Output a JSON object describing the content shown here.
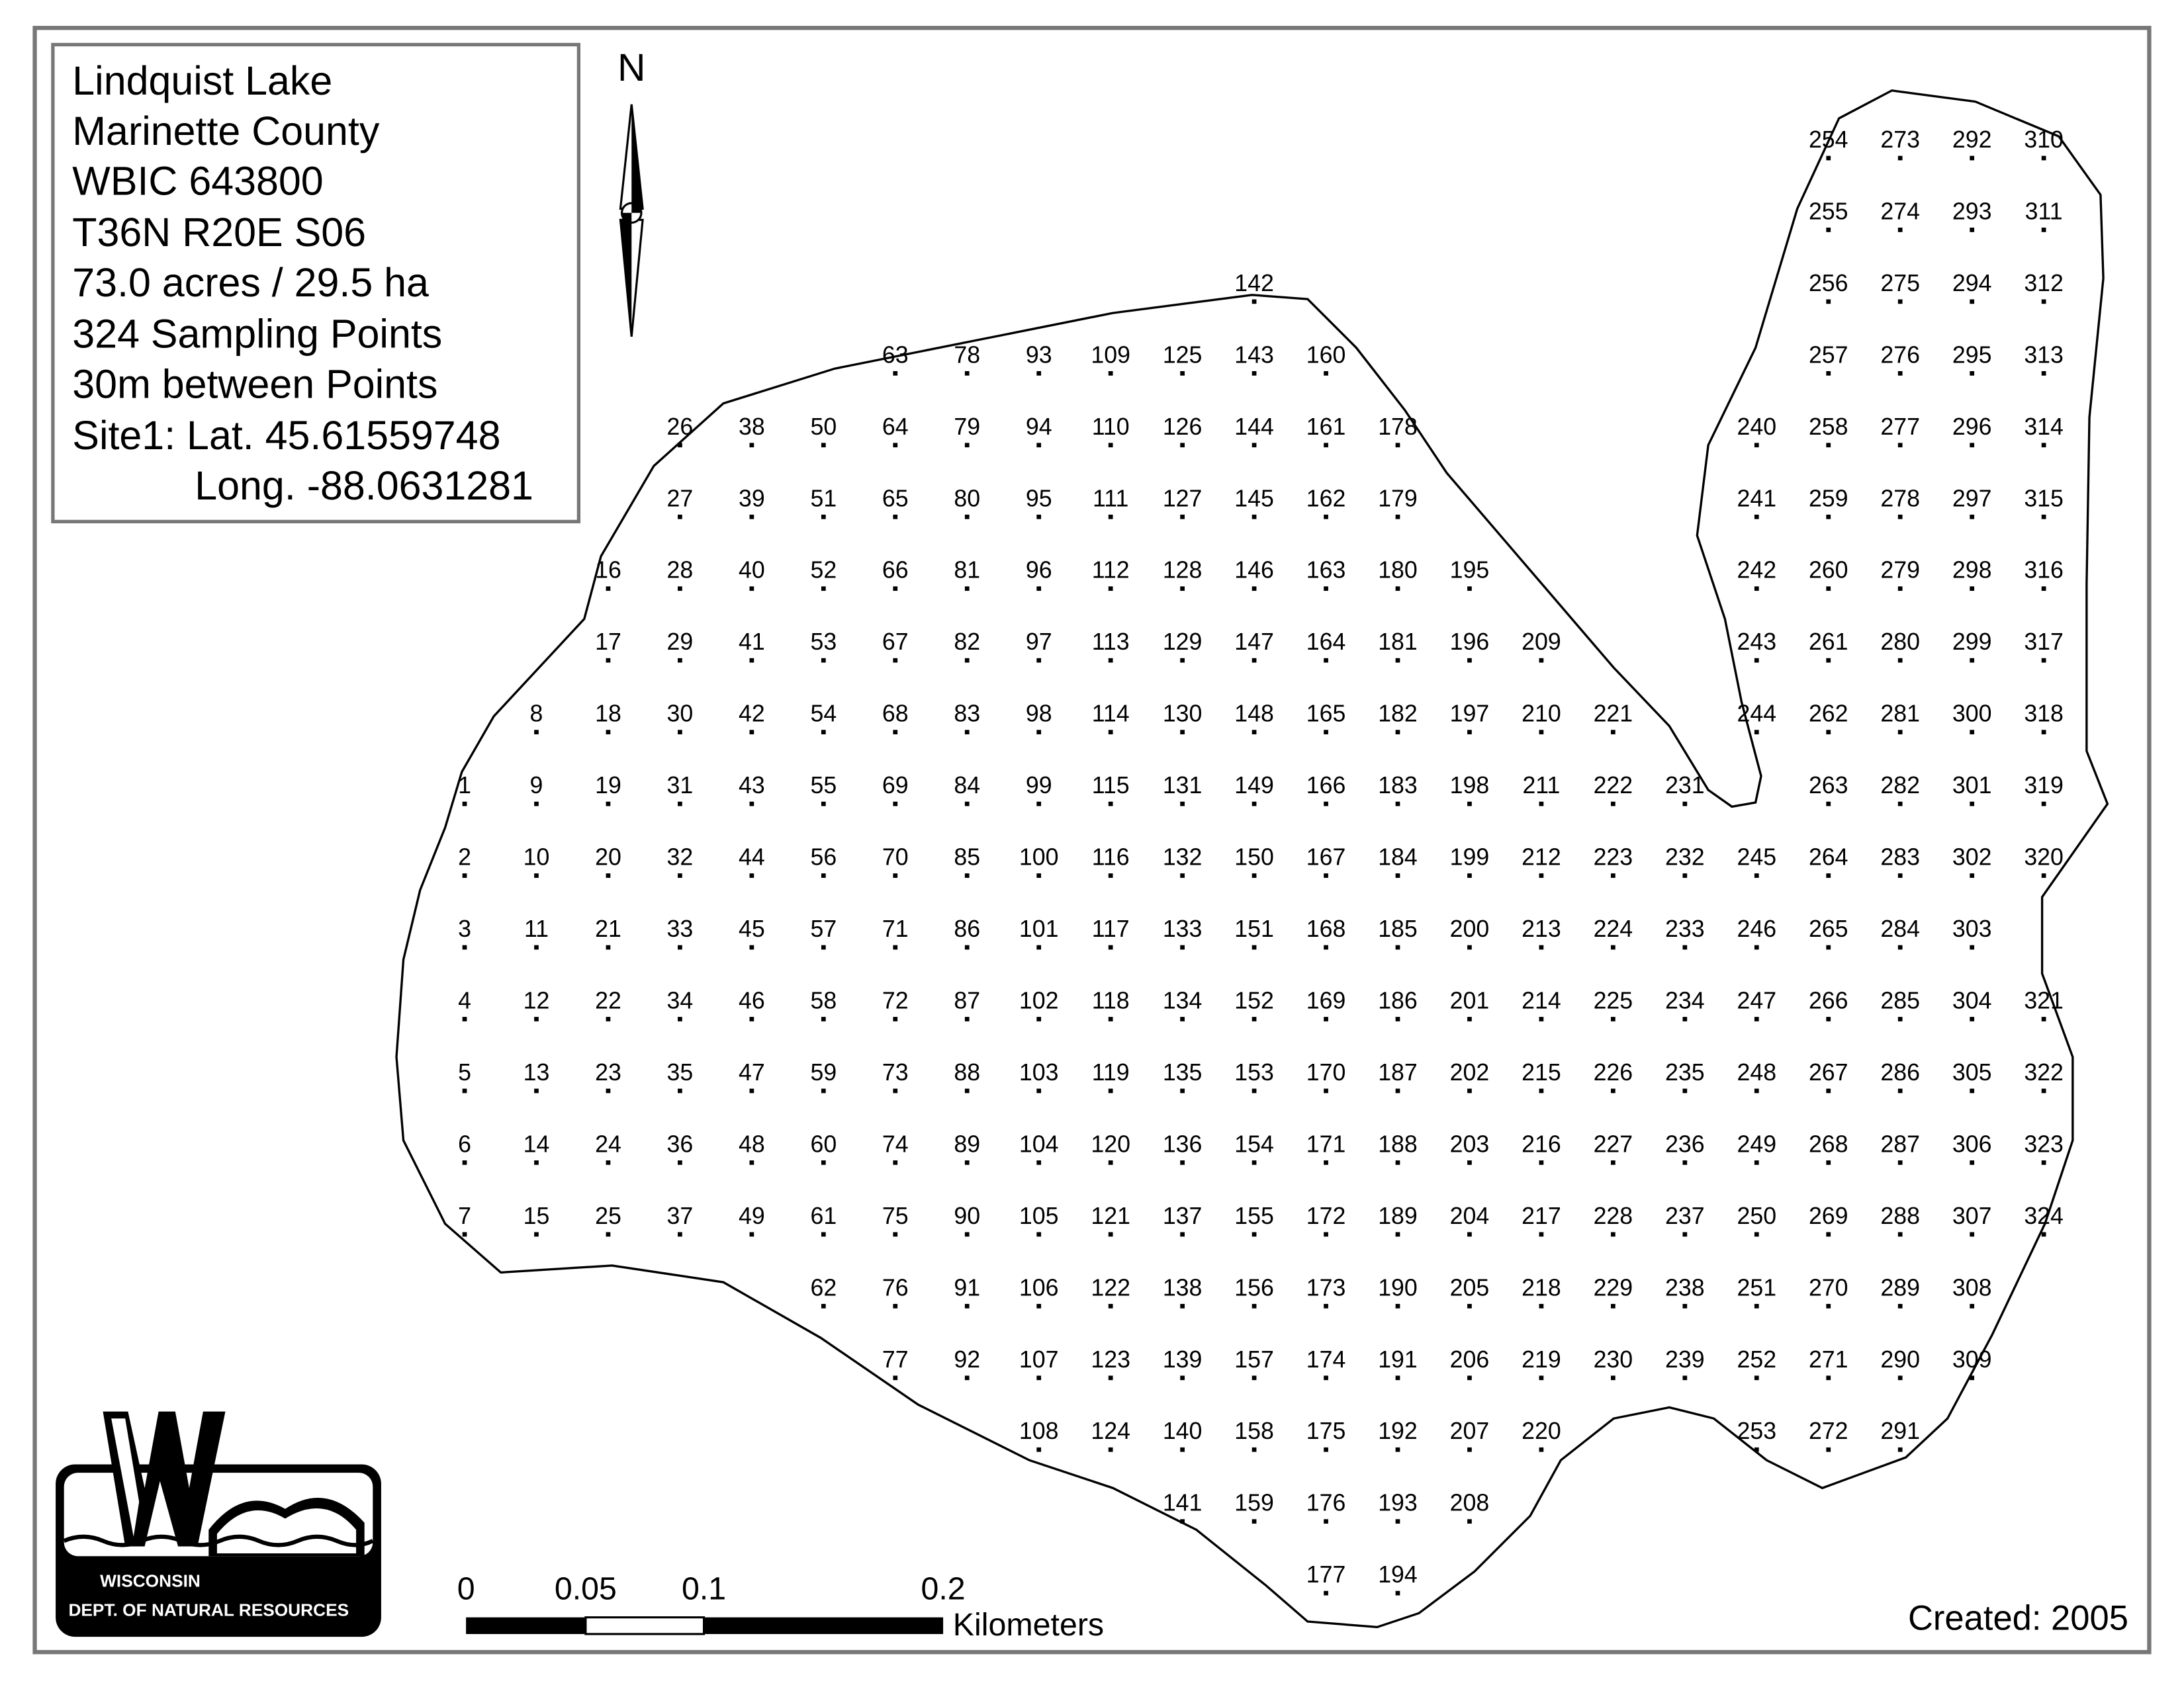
{
  "info": {
    "lines": [
      "Lindquist Lake",
      "Marinette County",
      "WBIC 643800",
      "T36N R20E S06",
      "73.0 acres / 29.5 ha",
      "324 Sampling Points",
      "30m between Points",
      "Site1: Lat. 45.61559748"
    ],
    "longitude": "Long. -88.0631281"
  },
  "north_label": "N",
  "scale": {
    "ticks": [
      "0",
      "0.05",
      "0.1",
      "0.2"
    ],
    "unit": "Kilometers"
  },
  "created": "Created: 2005",
  "logo": {
    "line1": "WISCONSIN",
    "line2": "DEPT. OF NATURAL RESOURCES"
  },
  "grid": {
    "columns": [
      {
        "first_row": 9,
        "labels": [
          "1",
          "2",
          "3",
          "4",
          "5",
          "6",
          "7"
        ]
      },
      {
        "first_row": 8,
        "labels": [
          "8",
          "9",
          "10",
          "11",
          "12",
          "13",
          "14",
          "15"
        ]
      },
      {
        "first_row": 6,
        "labels": [
          "16",
          "17",
          "18",
          "19",
          "20",
          "21",
          "22",
          "23",
          "24",
          "25"
        ]
      },
      {
        "first_row": 4,
        "labels": [
          "26",
          "27",
          "28",
          "29",
          "30",
          "31",
          "32",
          "33",
          "34",
          "35",
          "36",
          "37"
        ]
      },
      {
        "first_row": 4,
        "labels": [
          "38",
          "39",
          "40",
          "41",
          "42",
          "43",
          "44",
          "45",
          "46",
          "47",
          "48",
          "49"
        ]
      },
      {
        "first_row": 4,
        "labels": [
          "50",
          "51",
          "52",
          "53",
          "54",
          "55",
          "56",
          "57",
          "58",
          "59",
          "60",
          "61",
          "62"
        ]
      },
      {
        "first_row": 3,
        "labels": [
          "63",
          "64",
          "65",
          "66",
          "67",
          "68",
          "69",
          "70",
          "71",
          "72",
          "73",
          "74",
          "75",
          "76",
          "77"
        ]
      },
      {
        "first_row": 3,
        "labels": [
          "78",
          "79",
          "80",
          "81",
          "82",
          "83",
          "84",
          "85",
          "86",
          "87",
          "88",
          "89",
          "90",
          "91",
          "92"
        ]
      },
      {
        "first_row": 3,
        "labels": [
          "93",
          "94",
          "95",
          "96",
          "97",
          "98",
          "99",
          "100",
          "101",
          "102",
          "103",
          "104",
          "105",
          "106",
          "107",
          "108"
        ]
      },
      {
        "first_row": 3,
        "labels": [
          "109",
          "110",
          "111",
          "112",
          "113",
          "114",
          "115",
          "116",
          "117",
          "118",
          "119",
          "120",
          "121",
          "122",
          "123",
          "124"
        ]
      },
      {
        "first_row": 3,
        "labels": [
          "125",
          "126",
          "127",
          "128",
          "129",
          "130",
          "131",
          "132",
          "133",
          "134",
          "135",
          "136",
          "137",
          "138",
          "139",
          "140",
          "141"
        ]
      },
      {
        "first_row": 2,
        "labels": [
          "142",
          "143",
          "144",
          "145",
          "146",
          "147",
          "148",
          "149",
          "150",
          "151",
          "152",
          "153",
          "154",
          "155",
          "156",
          "157",
          "158",
          "159"
        ]
      },
      {
        "first_row": 3,
        "labels": [
          "160",
          "161",
          "162",
          "163",
          "164",
          "165",
          "166",
          "167",
          "168",
          "169",
          "170",
          "171",
          "172",
          "173",
          "174",
          "175",
          "176",
          "177"
        ]
      },
      {
        "first_row": 4,
        "labels": [
          "178",
          "179",
          "180",
          "181",
          "182",
          "183",
          "184",
          "185",
          "186",
          "187",
          "188",
          "189",
          "190",
          "191",
          "192",
          "193",
          "194"
        ]
      },
      {
        "first_row": 6,
        "labels": [
          "195",
          "196",
          "197",
          "198",
          "199",
          "200",
          "201",
          "202",
          "203",
          "204",
          "205",
          "206",
          "207",
          "208"
        ]
      },
      {
        "first_row": 7,
        "labels": [
          "209",
          "210",
          "211",
          "212",
          "213",
          "214",
          "215",
          "216",
          "217",
          "218",
          "219",
          "220"
        ]
      },
      {
        "first_row": 8,
        "labels": [
          "221",
          "222",
          "223",
          "224",
          "225",
          "226",
          "227",
          "228",
          "229",
          "230"
        ]
      },
      {
        "first_row": 9,
        "labels": [
          "231",
          "232",
          "233",
          "234",
          "235",
          "236",
          "237",
          "238",
          "239"
        ]
      },
      {
        "first_row": 4,
        "labels": [
          "240",
          "241",
          "242",
          "243",
          "244",
          null,
          "245",
          "246",
          "247",
          "248",
          "249",
          "250",
          "251",
          "252",
          "253"
        ]
      },
      {
        "first_row": 0,
        "labels": [
          "254",
          "255",
          "256",
          "257",
          "258",
          "259",
          "260",
          "261",
          "262",
          "263",
          "264",
          "265",
          "266",
          "267",
          "268",
          "269",
          "270",
          "271",
          "272"
        ]
      },
      {
        "first_row": 0,
        "labels": [
          "273",
          "274",
          "275",
          "276",
          "277",
          "278",
          "279",
          "280",
          "281",
          "282",
          "283",
          "284",
          "285",
          "286",
          "287",
          "288",
          "289",
          "290",
          "291"
        ]
      },
      {
        "first_row": 0,
        "labels": [
          "292",
          "293",
          "294",
          "295",
          "296",
          "297",
          "298",
          "299",
          "300",
          "301",
          "302",
          "303",
          "304",
          "305",
          "306",
          "307",
          "308",
          "309"
        ]
      },
      {
        "first_row": 0,
        "labels": [
          "310",
          "311",
          "312",
          "313",
          "314",
          "315",
          "316",
          "317",
          "318",
          "319",
          "320",
          null,
          "321",
          "322",
          "323",
          "324"
        ]
      }
    ]
  }
}
